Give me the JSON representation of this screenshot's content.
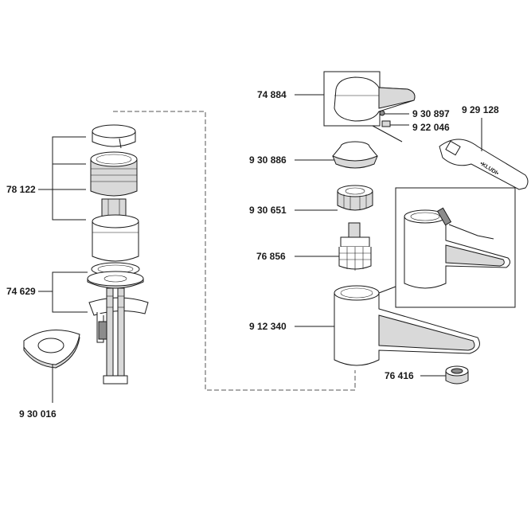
{
  "diagram": {
    "parts": [
      {
        "id": "p74884",
        "number": "74 884"
      },
      {
        "id": "p930897",
        "number": "9 30 897"
      },
      {
        "id": "p922046",
        "number": "9 22 046"
      },
      {
        "id": "p929128",
        "number": "9 29 128"
      },
      {
        "id": "p930886",
        "number": "9 30 886"
      },
      {
        "id": "p930651",
        "number": "9 30 651"
      },
      {
        "id": "p76856",
        "number": "76 856"
      },
      {
        "id": "p912340",
        "number": "9 12 340"
      },
      {
        "id": "p76416",
        "number": "76 416"
      },
      {
        "id": "p78122",
        "number": "78 122"
      },
      {
        "id": "p74629",
        "number": "74 629"
      },
      {
        "id": "p930016",
        "number": "9 30 016"
      }
    ],
    "wrench_text": "•KLUDI•"
  }
}
